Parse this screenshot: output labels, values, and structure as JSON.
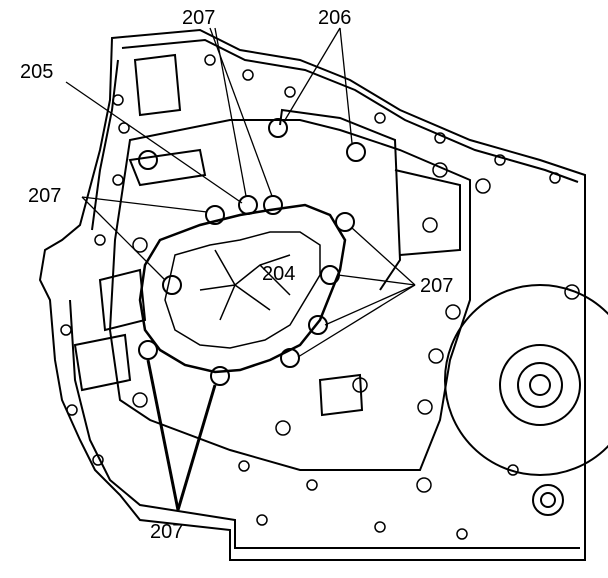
{
  "diagram": {
    "callouts": [
      {
        "id": "c-207-top",
        "text": "207"
      },
      {
        "id": "c-206",
        "text": "206"
      },
      {
        "id": "c-205",
        "text": "205"
      },
      {
        "id": "c-207-left",
        "text": "207"
      },
      {
        "id": "c-204",
        "text": "204"
      },
      {
        "id": "c-207-right",
        "text": "207"
      },
      {
        "id": "c-207-bottom",
        "text": "207"
      }
    ],
    "colors": {
      "ink": "#000000",
      "paper": "#ffffff"
    }
  }
}
